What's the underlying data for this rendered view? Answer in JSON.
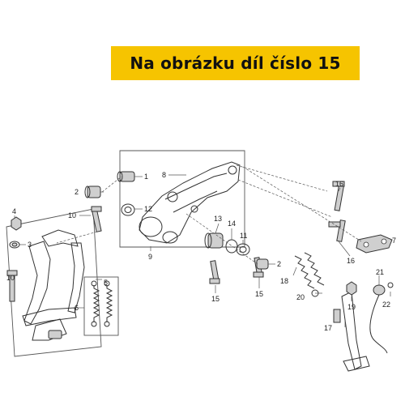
{
  "banner": {
    "text": "Na obrázku díl číslo 15"
  },
  "colors": {
    "banner_bg": "#f6c400",
    "line": "#333333"
  },
  "callouts": {
    "c1": "1",
    "c2a": "2",
    "c2b": "2",
    "c3": "3",
    "c4": "4",
    "c5": "5",
    "c6": "6",
    "c7": "7",
    "c8": "8",
    "c9": "9",
    "c10a": "10",
    "c10b": "10",
    "c11": "11",
    "c12": "12",
    "c13": "13",
    "c14": "14",
    "c15a": "15",
    "c15b": "15",
    "c16a": "16",
    "c16b": "16",
    "c17": "17",
    "c18": "18",
    "c19": "19",
    "c20": "20",
    "c21": "21",
    "c22": "22"
  }
}
